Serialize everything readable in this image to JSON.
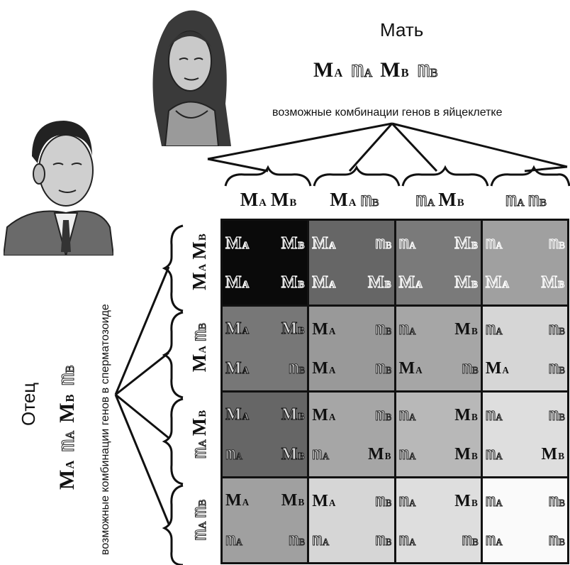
{
  "mother": {
    "title": "Мать",
    "genes": [
      {
        "letter": "M",
        "sub": "A",
        "kind": "dom"
      },
      {
        "letter": "m",
        "sub": "A",
        "kind": "rec"
      },
      {
        "letter": "M",
        "sub": "B",
        "kind": "dom"
      },
      {
        "letter": "m",
        "sub": "B",
        "kind": "rec"
      }
    ],
    "caption": "возможные комбинации генов в яйцеклетке"
  },
  "father": {
    "title": "Отец",
    "genes": [
      {
        "letter": "M",
        "sub": "A",
        "kind": "dom"
      },
      {
        "letter": "m",
        "sub": "A",
        "kind": "rec"
      },
      {
        "letter": "M",
        "sub": "B",
        "kind": "dom"
      },
      {
        "letter": "m",
        "sub": "B",
        "kind": "rec"
      }
    ],
    "caption": "возможные комбинации генов в сперматозоиде"
  },
  "egg_combinations": [
    [
      {
        "letter": "M",
        "sub": "A",
        "kind": "dom"
      },
      {
        "letter": "M",
        "sub": "B",
        "kind": "dom"
      }
    ],
    [
      {
        "letter": "M",
        "sub": "A",
        "kind": "dom"
      },
      {
        "letter": "m",
        "sub": "B",
        "kind": "rec"
      }
    ],
    [
      {
        "letter": "m",
        "sub": "A",
        "kind": "rec"
      },
      {
        "letter": "M",
        "sub": "B",
        "kind": "dom"
      }
    ],
    [
      {
        "letter": "m",
        "sub": "A",
        "kind": "rec"
      },
      {
        "letter": "m",
        "sub": "B",
        "kind": "rec"
      }
    ]
  ],
  "sperm_combinations": [
    [
      {
        "letter": "M",
        "sub": "A",
        "kind": "dom"
      },
      {
        "letter": "M",
        "sub": "B",
        "kind": "dom"
      }
    ],
    [
      {
        "letter": "M",
        "sub": "A",
        "kind": "dom"
      },
      {
        "letter": "m",
        "sub": "B",
        "kind": "rec"
      }
    ],
    [
      {
        "letter": "m",
        "sub": "A",
        "kind": "rec"
      },
      {
        "letter": "M",
        "sub": "B",
        "kind": "dom"
      }
    ],
    [
      {
        "letter": "m",
        "sub": "A",
        "kind": "rec"
      },
      {
        "letter": "m",
        "sub": "B",
        "kind": "rec"
      }
    ]
  ],
  "cell_colors": [
    [
      "#0a0a0a",
      "#666666",
      "#7a7a7a",
      "#a0a0a0"
    ],
    [
      "#777777",
      "#999999",
      "#a6a6a6",
      "#d6d6d6"
    ],
    [
      "#666666",
      "#a6a6a6",
      "#b8b8b8",
      "#dedede"
    ],
    [
      "#a0a0a0",
      "#d6d6d6",
      "#dedede",
      "#fafafa"
    ]
  ],
  "cells": [
    [
      {
        "style": "outline",
        "top": [
          {
            "letter": "M",
            "sub": "A",
            "kind": "dom"
          },
          {
            "letter": "M",
            "sub": "B",
            "kind": "dom"
          }
        ],
        "bottom": [
          {
            "letter": "M",
            "sub": "A",
            "kind": "dom"
          },
          {
            "letter": "M",
            "sub": "B",
            "kind": "dom"
          }
        ]
      },
      {
        "style": "outline",
        "top": [
          {
            "letter": "M",
            "sub": "A",
            "kind": "dom"
          },
          {
            "letter": "m",
            "sub": "B",
            "kind": "rec"
          }
        ],
        "bottom": [
          {
            "letter": "M",
            "sub": "A",
            "kind": "dom"
          },
          {
            "letter": "M",
            "sub": "B",
            "kind": "dom"
          }
        ]
      },
      {
        "style": "outline",
        "top": [
          {
            "letter": "m",
            "sub": "A",
            "kind": "rec"
          },
          {
            "letter": "M",
            "sub": "B",
            "kind": "dom"
          }
        ],
        "bottom": [
          {
            "letter": "M",
            "sub": "A",
            "kind": "dom"
          },
          {
            "letter": "M",
            "sub": "B",
            "kind": "dom"
          }
        ]
      },
      {
        "style": "outline",
        "top": [
          {
            "letter": "m",
            "sub": "A",
            "kind": "rec"
          },
          {
            "letter": "m",
            "sub": "B",
            "kind": "rec"
          }
        ],
        "bottom": [
          {
            "letter": "M",
            "sub": "A",
            "kind": "dom"
          },
          {
            "letter": "M",
            "sub": "B",
            "kind": "dom"
          }
        ]
      }
    ],
    [
      {
        "style": "solid",
        "top": [
          {
            "letter": "M",
            "sub": "A",
            "kind": "dom"
          },
          {
            "letter": "M",
            "sub": "B",
            "kind": "dom"
          }
        ],
        "bottom": [
          {
            "letter": "M",
            "sub": "A",
            "kind": "dom"
          },
          {
            "letter": "m",
            "sub": "B",
            "kind": "rec"
          }
        ]
      },
      {
        "style": "solid",
        "top": [
          {
            "letter": "M",
            "sub": "A",
            "kind": "dom"
          },
          {
            "letter": "m",
            "sub": "B",
            "kind": "rec"
          }
        ],
        "bottom": [
          {
            "letter": "M",
            "sub": "A",
            "kind": "dom"
          },
          {
            "letter": "m",
            "sub": "B",
            "kind": "rec"
          }
        ]
      },
      {
        "style": "solid",
        "top": [
          {
            "letter": "m",
            "sub": "A",
            "kind": "rec"
          },
          {
            "letter": "M",
            "sub": "B",
            "kind": "dom"
          }
        ],
        "bottom": [
          {
            "letter": "M",
            "sub": "A",
            "kind": "dom"
          },
          {
            "letter": "m",
            "sub": "B",
            "kind": "rec"
          }
        ]
      },
      {
        "style": "solid",
        "top": [
          {
            "letter": "m",
            "sub": "A",
            "kind": "rec"
          },
          {
            "letter": "m",
            "sub": "B",
            "kind": "rec"
          }
        ],
        "bottom": [
          {
            "letter": "M",
            "sub": "A",
            "kind": "dom"
          },
          {
            "letter": "m",
            "sub": "B",
            "kind": "rec"
          }
        ]
      }
    ],
    [
      {
        "style": "solid",
        "top": [
          {
            "letter": "M",
            "sub": "A",
            "kind": "dom"
          },
          {
            "letter": "M",
            "sub": "B",
            "kind": "dom"
          }
        ],
        "bottom": [
          {
            "letter": "m",
            "sub": "A",
            "kind": "rec"
          },
          {
            "letter": "M",
            "sub": "B",
            "kind": "dom"
          }
        ]
      },
      {
        "style": "solid",
        "top": [
          {
            "letter": "M",
            "sub": "A",
            "kind": "dom"
          },
          {
            "letter": "m",
            "sub": "B",
            "kind": "rec"
          }
        ],
        "bottom": [
          {
            "letter": "m",
            "sub": "A",
            "kind": "rec"
          },
          {
            "letter": "M",
            "sub": "B",
            "kind": "dom"
          }
        ]
      },
      {
        "style": "solid",
        "top": [
          {
            "letter": "m",
            "sub": "A",
            "kind": "rec"
          },
          {
            "letter": "M",
            "sub": "B",
            "kind": "dom"
          }
        ],
        "bottom": [
          {
            "letter": "m",
            "sub": "A",
            "kind": "rec"
          },
          {
            "letter": "M",
            "sub": "B",
            "kind": "dom"
          }
        ]
      },
      {
        "style": "solid",
        "top": [
          {
            "letter": "m",
            "sub": "A",
            "kind": "rec"
          },
          {
            "letter": "m",
            "sub": "B",
            "kind": "rec"
          }
        ],
        "bottom": [
          {
            "letter": "m",
            "sub": "A",
            "kind": "rec"
          },
          {
            "letter": "M",
            "sub": "B",
            "kind": "dom"
          }
        ]
      }
    ],
    [
      {
        "style": "solid",
        "top": [
          {
            "letter": "M",
            "sub": "A",
            "kind": "dom"
          },
          {
            "letter": "M",
            "sub": "B",
            "kind": "dom"
          }
        ],
        "bottom": [
          {
            "letter": "m",
            "sub": "A",
            "kind": "rec"
          },
          {
            "letter": "m",
            "sub": "B",
            "kind": "rec"
          }
        ]
      },
      {
        "style": "solid",
        "top": [
          {
            "letter": "M",
            "sub": "A",
            "kind": "dom"
          },
          {
            "letter": "m",
            "sub": "B",
            "kind": "rec"
          }
        ],
        "bottom": [
          {
            "letter": "m",
            "sub": "A",
            "kind": "rec"
          },
          {
            "letter": "m",
            "sub": "B",
            "kind": "rec"
          }
        ]
      },
      {
        "style": "solid",
        "top": [
          {
            "letter": "m",
            "sub": "A",
            "kind": "rec"
          },
          {
            "letter": "M",
            "sub": "B",
            "kind": "dom"
          }
        ],
        "bottom": [
          {
            "letter": "m",
            "sub": "A",
            "kind": "rec"
          },
          {
            "letter": "m",
            "sub": "B",
            "kind": "rec"
          }
        ]
      },
      {
        "style": "solid",
        "top": [
          {
            "letter": "m",
            "sub": "A",
            "kind": "rec"
          },
          {
            "letter": "m",
            "sub": "B",
            "kind": "rec"
          }
        ],
        "bottom": [
          {
            "letter": "m",
            "sub": "A",
            "kind": "rec"
          },
          {
            "letter": "m",
            "sub": "B",
            "kind": "rec"
          }
        ]
      }
    ]
  ]
}
